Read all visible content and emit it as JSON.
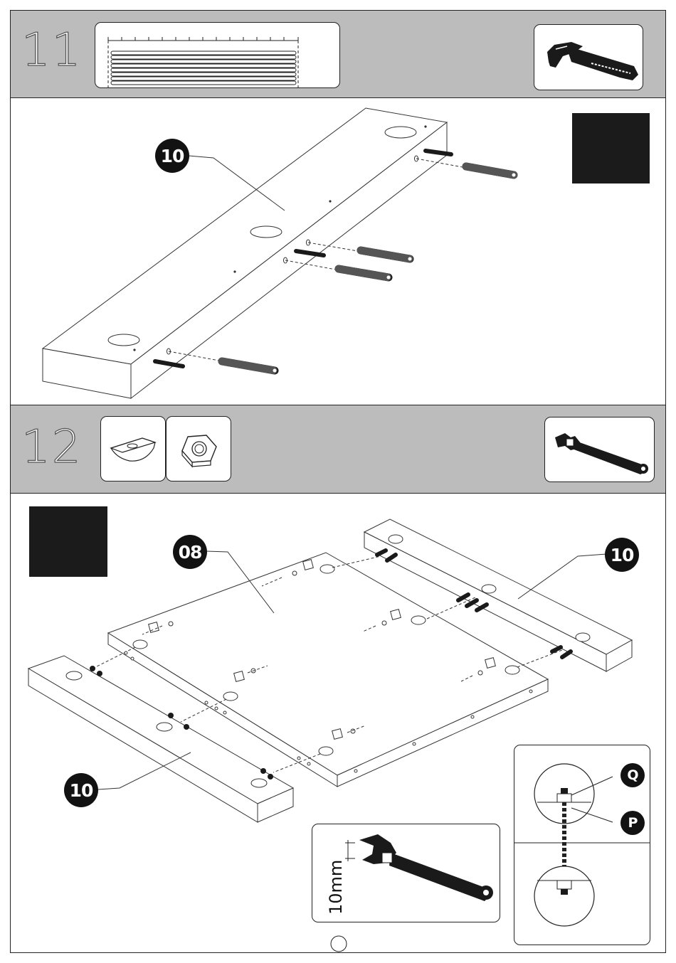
{
  "step11": {
    "number": "11",
    "tool_icon": "hammer-icon",
    "part_callout": "10"
  },
  "step12": {
    "number": "12",
    "tool_icon": "wrench-icon",
    "part_callouts": [
      "08",
      "10",
      "10"
    ],
    "detail_callouts": [
      "Q",
      "P"
    ],
    "wrench_size": "10mm"
  },
  "colors": {
    "band": "#bcbcbc",
    "ink": "#121212"
  }
}
